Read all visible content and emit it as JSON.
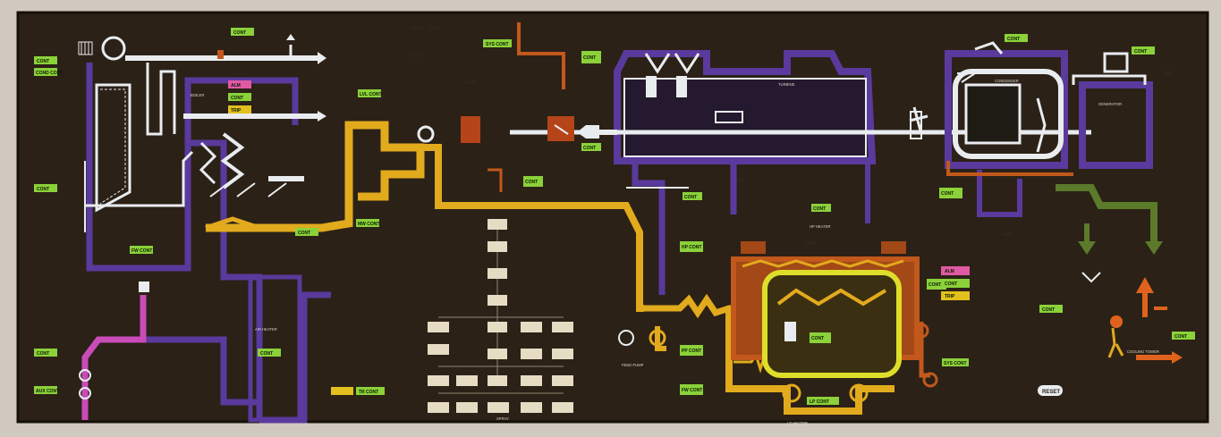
{
  "panel": {
    "labels": {
      "condenser": "CONDENSER",
      "turbine": "TURBINE",
      "generator": "GENERATOR",
      "hp_heater": "HP HEATER",
      "boiler": "BOILER",
      "cooling_tower": "COOLING TOWER",
      "feed_pump": "FEED PUMP",
      "air_heater": "AIR HEATER",
      "spray": "SPRAY",
      "lp_heater": "LP HEATER"
    },
    "tags": {
      "cont": "CONT",
      "cond_cont": "COND CONT",
      "fw_cont": "FW CONT",
      "lp_cont": "LP CONT",
      "tr_cont": "TR CONT",
      "lvl_cont": "LVL CONT",
      "mw_cont": "MW CONT",
      "hp_cont": "HP CONT",
      "sys_cont": "SYS CONT",
      "pp_cont": "PP CONT",
      "aux_cont": "AUX CONT"
    },
    "status": {
      "red": "ALM",
      "green": "CONT",
      "yellow": "TRIP"
    },
    "button": "RESET",
    "colors": {
      "steam": "#e9ecef",
      "water": "#e2aa1d",
      "condenser": "#c2581b",
      "air": "#5a3a9c",
      "purple_line": "#c94bb8",
      "cooling": "#5b7a2a",
      "tag_green": "#8bd13a",
      "panel_bg": "#2b2117"
    }
  }
}
